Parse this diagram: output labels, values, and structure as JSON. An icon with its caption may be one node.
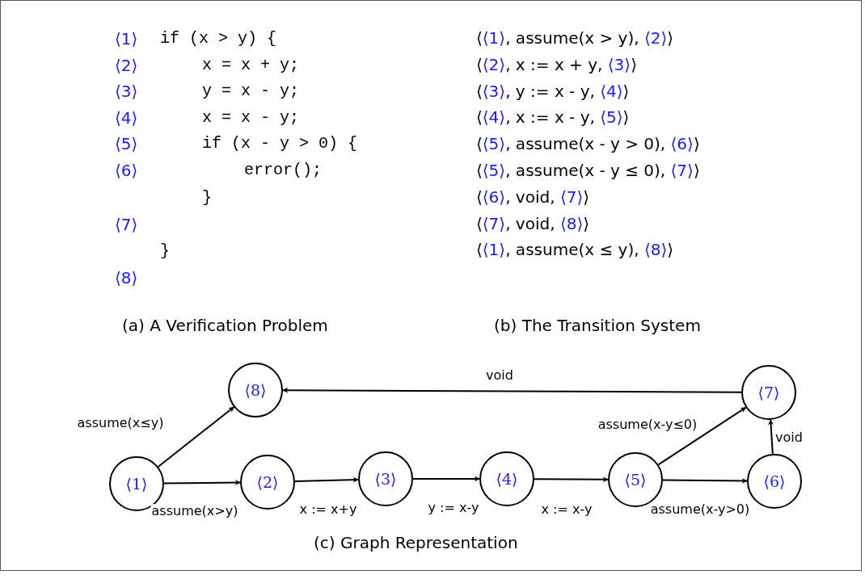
{
  "diagram": {
    "caption": "(c) Graph Representation",
    "nodes": [
      {
        "text": [
          "⟨1⟩"
        ]
      },
      {
        "text": [
          "⟨8⟩"
        ]
      },
      {
        "text": [
          "⟨2⟩"
        ]
      },
      {
        "text": [
          "⟨3⟩"
        ]
      },
      {
        "text": [
          "⟨4⟩"
        ]
      },
      {
        "text": [
          "⟨5⟩"
        ]
      },
      {
        "text": [
          "⟨7⟩"
        ]
      },
      {
        "text": [
          "⟨6⟩"
        ]
      }
    ],
    "edges": [
      {
        "from": 0,
        "to": 2,
        "arrow": "to",
        "label": "assume(x>y)"
      },
      {
        "from": 2,
        "to": 3,
        "arrow": "to",
        "label": "x := x+y"
      },
      {
        "from": 3,
        "to": 4,
        "arrow": "to",
        "label": "y := x-y"
      },
      {
        "from": 4,
        "to": 5,
        "arrow": "to",
        "label": "x := x-y"
      },
      {
        "from": 5,
        "to": 7,
        "arrow": "to",
        "label": "assume(x-y>0)"
      },
      {
        "from": 5,
        "to": 6,
        "arrow": "to",
        "label": "assume(x-y≤0)"
      },
      {
        "from": 7,
        "to": 6,
        "arrow": "to",
        "label": "void"
      },
      {
        "from": 6,
        "to": 1,
        "arrow": "to",
        "label": "void"
      },
      {
        "from": 0,
        "to": 1,
        "arrow": "to",
        "label": "assume(x≤y)"
      }
    ],
    "labels": [
      "⟨1⟩",
      "if (x > y) {",
      "⟨2⟩",
      "x = x + y;",
      "⟨3⟩",
      "y = x - y;",
      "⟨4⟩",
      "x = x - y;",
      "⟨5⟩",
      "if (x - y > 0) {",
      "⟨6⟩",
      "error();",
      "}",
      "⟨7⟩",
      "}",
      "⟨8⟩",
      "(a) A Verification Problem",
      "⟨⟨1⟩, assume(x > y), ⟨2⟩⟩",
      "⟨⟨2⟩, x := x + y, ⟨3⟩⟩",
      "⟨⟨3⟩, y := x - y, ⟨4⟩⟩",
      "⟨⟨4⟩, x := x - y, ⟨5⟩⟩",
      "⟨⟨5⟩, assume(x - y > 0), ⟨6⟩⟩",
      "⟨⟨5⟩, assume(x - y ≤ 0), ⟨7⟩⟩",
      "⟨⟨6⟩, void, ⟨7⟩⟩",
      "⟨⟨7⟩, void, ⟨8⟩⟩",
      "⟨⟨1⟩, assume(x ≤ y), ⟨8⟩⟩",
      "(b) The Transition System"
    ]
  }
}
